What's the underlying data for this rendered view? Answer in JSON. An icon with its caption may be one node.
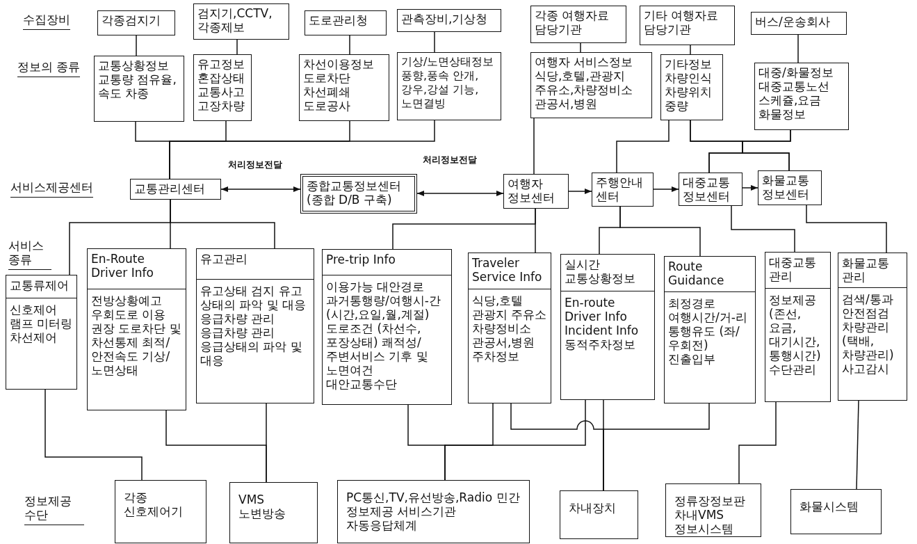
{
  "diagram": {
    "nodes": [
      {
        "text": [
          "각종검지기"
        ]
      },
      {
        "text": [
          "검지기,CCTV, 각종제보"
        ]
      },
      {
        "text": [
          "도로관리청"
        ]
      },
      {
        "text": [
          "관측장비,기상청"
        ]
      },
      {
        "text": [
          "각종 여행자료 담당기관"
        ]
      },
      {
        "text": [
          "기타 여행자료 담당기관"
        ]
      },
      {
        "text": [
          "버스/운송회사"
        ]
      },
      {
        "text": [
          "교통상황정보 교통량 점유율,속도 차종"
        ]
      },
      {
        "text": [
          "유고정보 혼잡상태 교통사고 고장차량"
        ]
      },
      {
        "text": [
          "차선이용정보 도로차단 차선폐쇄 도로공사"
        ]
      },
      {
        "text": [
          "기상/노면상태정보 풍향,풍속 안개,강우,강설 기능,노면결빙"
        ]
      },
      {
        "text": [
          "여행자 서비스정보 식당,호텔,관광지 주유소,차량정비소 관공서,병원"
        ]
      },
      {
        "text": [
          "기타정보 차량인식 차량위치 중량"
        ]
      },
      {
        "text": [
          "대중/화물정보 대중교통노선 스케쥴,요금 화물정보"
        ]
      },
      {
        "text": [
          "교통관리센터"
        ]
      },
      {
        "text": [
          "종합교통정보센터 (종합 D/B 구축)"
        ]
      },
      {
        "text": [
          "여행자 정보센터"
        ]
      },
      {
        "text": [
          "주행안내 센터"
        ]
      },
      {
        "text": [
          "대중교통 정보센터"
        ]
      },
      {
        "text": [
          "화물교통 정보센터"
        ]
      },
      {
        "text": [
          "교통류제어",
          "신호제어 램프 미터링 차선제어"
        ]
      },
      {
        "text": [
          "En-Route Driver Info",
          "전방상황예고 우회도로 이용 권장 도로차단 및 차선통제 최적/안전속도 기상/노면상태"
        ]
      },
      {
        "text": [
          "유고관리",
          "유고상태 검지 유고 상태의 파악 및 대응 응급차량 관리 응급차량 관리 응급상태의 파악 및 대응"
        ]
      },
      {
        "text": [
          "Pre-trip Info",
          "이용가능 대안경로 과거통행량/여행시-간 (시간,요일,월,계절) 도로조건 (차선수,포장상태) 쾌적성/주변서비스 기후 및 노면여건 대안교통수단"
        ]
      },
      {
        "text": [
          "Traveler Service Info",
          "식당,호텔 관광지 주유소 차량정비소 관공서,병원 주차정보"
        ]
      },
      {
        "text": [
          "실시간 교통상황정보",
          "En-route Driver Info Incident Info 동적주차정보"
        ]
      },
      {
        "text": [
          "Route Guidance",
          "최정경로 여행시간/거-리 통행유도 (좌/우회전) 진출입부"
        ]
      },
      {
        "text": [
          "대중교통 관리",
          "정보제공 (존선, 요금, 대기시간, 통행시간) 수단관리"
        ]
      },
      {
        "text": [
          "화물교통 관리",
          "검색/통과 안전점검 차량관리 (택배, 차량관리) 사고감시"
        ]
      },
      {
        "text": [
          "각종 신호제어기"
        ]
      },
      {
        "text": [
          "VMS 노변방송"
        ]
      },
      {
        "text": [
          "PC통신,TV,유선방송,Radio 민간 정보제공 서비스기관 자동응답체계"
        ]
      },
      {
        "text": [
          "차내장치"
        ]
      },
      {
        "text": [
          "정류장정보판 차내VMS 정보시스템"
        ]
      },
      {
        "text": [
          "화물시스템"
        ]
      }
    ],
    "edges": [
      {
        "from": 0,
        "to": 7,
        "arrow": "none"
      },
      {
        "from": 1,
        "to": 8,
        "arrow": "none"
      },
      {
        "from": 2,
        "to": 9,
        "arrow": "none"
      },
      {
        "from": 3,
        "to": 10,
        "arrow": "none"
      },
      {
        "from": 4,
        "to": 11,
        "arrow": "none"
      },
      {
        "from": 5,
        "to": 12,
        "arrow": "none"
      },
      {
        "from": 6,
        "to": 13,
        "arrow": "none"
      },
      {
        "from": 7,
        "to": 14,
        "arrow": "none"
      },
      {
        "from": 8,
        "to": 14,
        "arrow": "none"
      },
      {
        "from": 9,
        "to": 14,
        "arrow": "none"
      },
      {
        "from": 10,
        "to": 14,
        "arrow": "none"
      },
      {
        "from": 11,
        "to": 16,
        "arrow": "none"
      },
      {
        "from": 12,
        "to": 17,
        "arrow": "none"
      },
      {
        "from": 12,
        "to": 18,
        "arrow": "none"
      },
      {
        "from": 12,
        "to": 19,
        "arrow": "none"
      },
      {
        "from": 13,
        "to": 18,
        "arrow": "none"
      },
      {
        "from": 13,
        "to": 19,
        "arrow": "none"
      },
      {
        "from": 14,
        "to": 15,
        "arrow": "both",
        "label": "처리정보전달"
      },
      {
        "from": 15,
        "to": 16,
        "arrow": "both",
        "label": "처리정보전달"
      },
      {
        "from": 16,
        "to": 17,
        "arrow": "to"
      },
      {
        "from": 17,
        "to": 18,
        "arrow": "to"
      },
      {
        "from": 18,
        "to": 19,
        "arrow": "to"
      },
      {
        "from": 14,
        "to": 20,
        "arrow": "none"
      },
      {
        "from": 14,
        "to": 21,
        "arrow": "none"
      },
      {
        "from": 14,
        "to": 22,
        "arrow": "none"
      },
      {
        "from": 16,
        "to": 23,
        "arrow": "none"
      },
      {
        "from": 16,
        "to": 24,
        "arrow": "none"
      },
      {
        "from": 17,
        "to": 25,
        "arrow": "none"
      },
      {
        "from": 17,
        "to": 26,
        "arrow": "none"
      },
      {
        "from": 18,
        "to": 27,
        "arrow": "none"
      },
      {
        "from": 19,
        "to": 28,
        "arrow": "none"
      },
      {
        "from": 20,
        "to": 29,
        "arrow": "none"
      },
      {
        "from": 21,
        "to": 30,
        "arrow": "none"
      },
      {
        "from": 22,
        "to": 30,
        "arrow": "none"
      },
      {
        "from": 23,
        "to": 31,
        "arrow": "none"
      },
      {
        "from": 24,
        "to": 31,
        "arrow": "none"
      },
      {
        "from": 25,
        "to": 31,
        "arrow": "none"
      },
      {
        "from": 24,
        "to": 32,
        "arrow": "none"
      },
      {
        "from": 25,
        "to": 32,
        "arrow": "none"
      },
      {
        "from": 26,
        "to": 32,
        "arrow": "none"
      },
      {
        "from": 27,
        "to": 33,
        "arrow": "none"
      },
      {
        "from": 28,
        "to": 34,
        "arrow": "none"
      }
    ],
    "labels": [
      "수집장비",
      "정보의 종류",
      "서비스제공센터",
      "서비스 종류",
      "정보제공 수단"
    ]
  }
}
